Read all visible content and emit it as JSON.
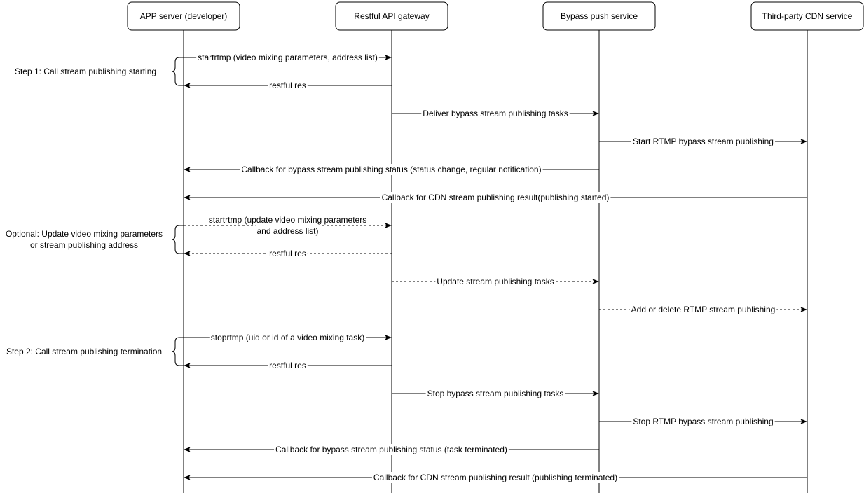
{
  "participants": [
    {
      "id": "app",
      "label": "APP server (developer)"
    },
    {
      "id": "gateway",
      "label": "Restful API gateway"
    },
    {
      "id": "bypass",
      "label": "Bypass push service"
    },
    {
      "id": "cdn",
      "label": "Third-party CDN service"
    }
  ],
  "messages": [
    {
      "from": "app",
      "to": "gateway",
      "style": "solid",
      "lines": [
        "startrtmp (video mixing parameters, address list)"
      ]
    },
    {
      "from": "gateway",
      "to": "app",
      "style": "solid",
      "lines": [
        "restful res"
      ]
    },
    {
      "from": "gateway",
      "to": "bypass",
      "style": "solid",
      "lines": [
        "Deliver bypass stream publishing tasks"
      ]
    },
    {
      "from": "bypass",
      "to": "cdn",
      "style": "solid",
      "lines": [
        "Start RTMP bypass stream publishing"
      ]
    },
    {
      "from": "bypass",
      "to": "app",
      "style": "solid",
      "lines": [
        "Callback for bypass stream publishing status (status change, regular notification)"
      ]
    },
    {
      "from": "cdn",
      "to": "app",
      "style": "solid",
      "lines": [
        "Callback for CDN stream publishing  result(publishing started)"
      ]
    },
    {
      "from": "app",
      "to": "gateway",
      "style": "dashed",
      "lines": [
        "startrtmp  (update video mixing parameters",
        "and address list)"
      ]
    },
    {
      "from": "gateway",
      "to": "app",
      "style": "dashed",
      "lines": [
        "restful res"
      ]
    },
    {
      "from": "gateway",
      "to": "bypass",
      "style": "dashed",
      "lines": [
        "Update stream publishing tasks"
      ]
    },
    {
      "from": "bypass",
      "to": "cdn",
      "style": "dashed",
      "lines": [
        "Add or delete RTMP stream publishing"
      ]
    },
    {
      "from": "app",
      "to": "gateway",
      "style": "solid",
      "lines": [
        "stoprtmp (uid or id of a video mixing task)"
      ]
    },
    {
      "from": "gateway",
      "to": "app",
      "style": "solid",
      "lines": [
        "restful res"
      ]
    },
    {
      "from": "gateway",
      "to": "bypass",
      "style": "solid",
      "lines": [
        "Stop bypass stream publishing tasks"
      ]
    },
    {
      "from": "bypass",
      "to": "cdn",
      "style": "solid",
      "lines": [
        "Stop RTMP bypass stream publishing"
      ]
    },
    {
      "from": "bypass",
      "to": "app",
      "style": "solid",
      "lines": [
        "Callback for bypass stream publishing status  (task terminated)"
      ]
    },
    {
      "from": "cdn",
      "to": "app",
      "style": "solid",
      "lines": [
        "Callback for CDN stream publishing result (publishing terminated)"
      ]
    }
  ],
  "groups": [
    {
      "first": 0,
      "last": 1,
      "lines": [
        "Step 1: Call stream publishing starting"
      ]
    },
    {
      "first": 6,
      "last": 7,
      "lines": [
        "Optional: Update video mixing parameters",
        "or stream publishing address"
      ]
    },
    {
      "first": 10,
      "last": 11,
      "lines": [
        "Step 2: Call stream publishing termination"
      ]
    }
  ],
  "colors": {
    "line": "#000000",
    "box_fill": "#ffffff",
    "background": "#ffffff"
  }
}
